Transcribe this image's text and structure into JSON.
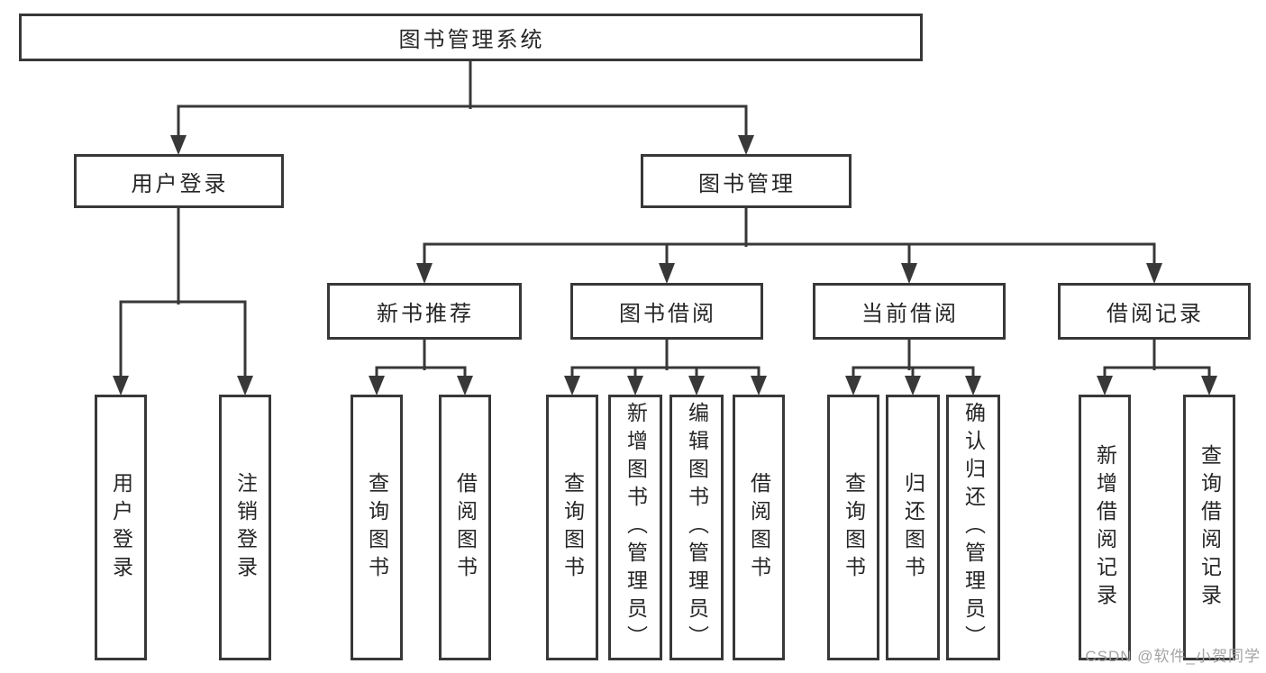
{
  "diagram": {
    "watermark": "CSDN @软件_小贺同学",
    "colors": {
      "line": "#383838",
      "text": "#262626",
      "watermark": "#9e9e9e",
      "background": "#ffffff"
    },
    "tree": {
      "label": "图书管理系统",
      "children": [
        {
          "label": "用户登录",
          "children": [
            {
              "label": "用户登录"
            },
            {
              "label": "注销登录"
            }
          ]
        },
        {
          "label": "图书管理",
          "children": [
            {
              "label": "新书推荐",
              "children": [
                {
                  "label": "查询图书"
                },
                {
                  "label": "借阅图书"
                }
              ]
            },
            {
              "label": "图书借阅",
              "children": [
                {
                  "label": "查询图书"
                },
                {
                  "label": "新增图书（管理员）"
                },
                {
                  "label": "编辑图书（管理员）"
                },
                {
                  "label": "借阅图书"
                }
              ]
            },
            {
              "label": "当前借阅",
              "children": [
                {
                  "label": "查询图书"
                },
                {
                  "label": "归还图书"
                },
                {
                  "label": "确认归还（管理员）"
                }
              ]
            },
            {
              "label": "借阅记录",
              "children": [
                {
                  "label": "新增借阅记录"
                },
                {
                  "label": "查询借阅记录"
                }
              ]
            }
          ]
        }
      ]
    }
  }
}
